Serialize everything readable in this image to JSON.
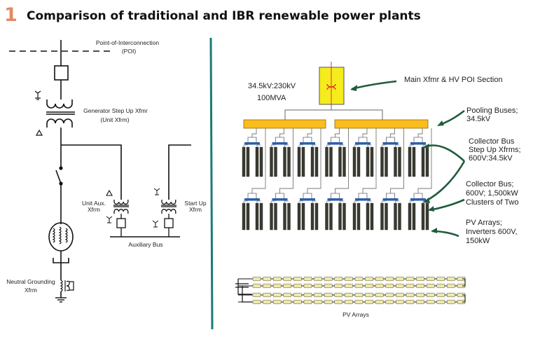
{
  "header": {
    "number": "1",
    "title": "Comparison of traditional and IBR renewable power plants"
  },
  "left_diagram": {
    "poi_line1": "Point-of-Interconnection",
    "poi_line2": "(POI)",
    "gsu_line1": "Generator Step Up Xfmr",
    "gsu_line2": "(Unit Xfrm)",
    "unit_aux_line1": "Unit Aux.",
    "unit_aux_line2": "Xfrm",
    "startup_line1": "Start Up",
    "startup_line2": "Xfrm",
    "aux_bus": "Auxiliary Bus",
    "ngt_line1": "Neutral Grounding",
    "ngt_line2": "Xfrm"
  },
  "right_diagram": {
    "rating_line1": "34.5kV:230kV",
    "rating_line2": "100MVA",
    "main_xfmr": "Main Xfmr & HV POI Section",
    "pooling_line1": "Pooling Buses;",
    "pooling_line2": "34.5kV",
    "collector_xfmr_line1": "Collector Bus",
    "collector_xfmr_line2": "Step Up Xfrms;",
    "collector_xfmr_line3": "600V:34.5kV",
    "collector_bus_line1": "Collector Bus;",
    "collector_bus_line2": "600V; 1,500kW",
    "collector_bus_line3": "Clusters of Two",
    "pv_line1": "PV Arrays;",
    "pv_line2": "Inverters 600V,",
    "pv_line3": "150kW",
    "pv_arrays_caption": "PV Arrays",
    "clusters_per_row": 7,
    "rows": 2,
    "string_rows": 4
  },
  "colors": {
    "title_number": "#e08a68",
    "divider": "#1a7a78",
    "arrow": "#1f5b3c",
    "xfmr_fill": "#f4ec1c",
    "xfmr_symbol": "#e8322a",
    "pooling_bus": "#fbbd1c",
    "collector_bus": "#2e5fa8",
    "panel": "#3a3a30",
    "module": "#efe8a8"
  }
}
